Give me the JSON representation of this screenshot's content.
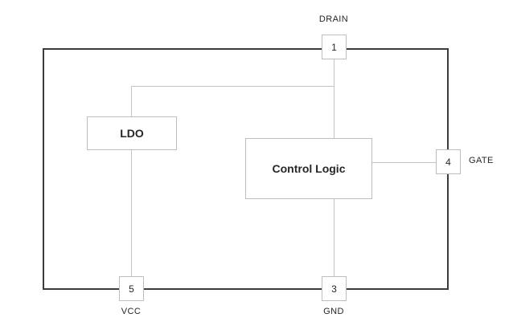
{
  "diagram": {
    "type": "ic-block-diagram",
    "blocks": [
      {
        "label": "LDO"
      },
      {
        "label": "Control Logic"
      }
    ],
    "pins": [
      {
        "number": "1",
        "label": "DRAIN",
        "side": "top"
      },
      {
        "number": "4",
        "label": "GATE",
        "side": "right"
      },
      {
        "number": "5",
        "label": "VCC",
        "side": "bottom"
      },
      {
        "number": "3",
        "label": "GND",
        "side": "bottom"
      }
    ],
    "colors": {
      "background": "#ffffff",
      "outline": "#3b3b3b",
      "box_border": "#bdbdbd",
      "wire": "#c3c3c3",
      "text": "#262626"
    }
  }
}
